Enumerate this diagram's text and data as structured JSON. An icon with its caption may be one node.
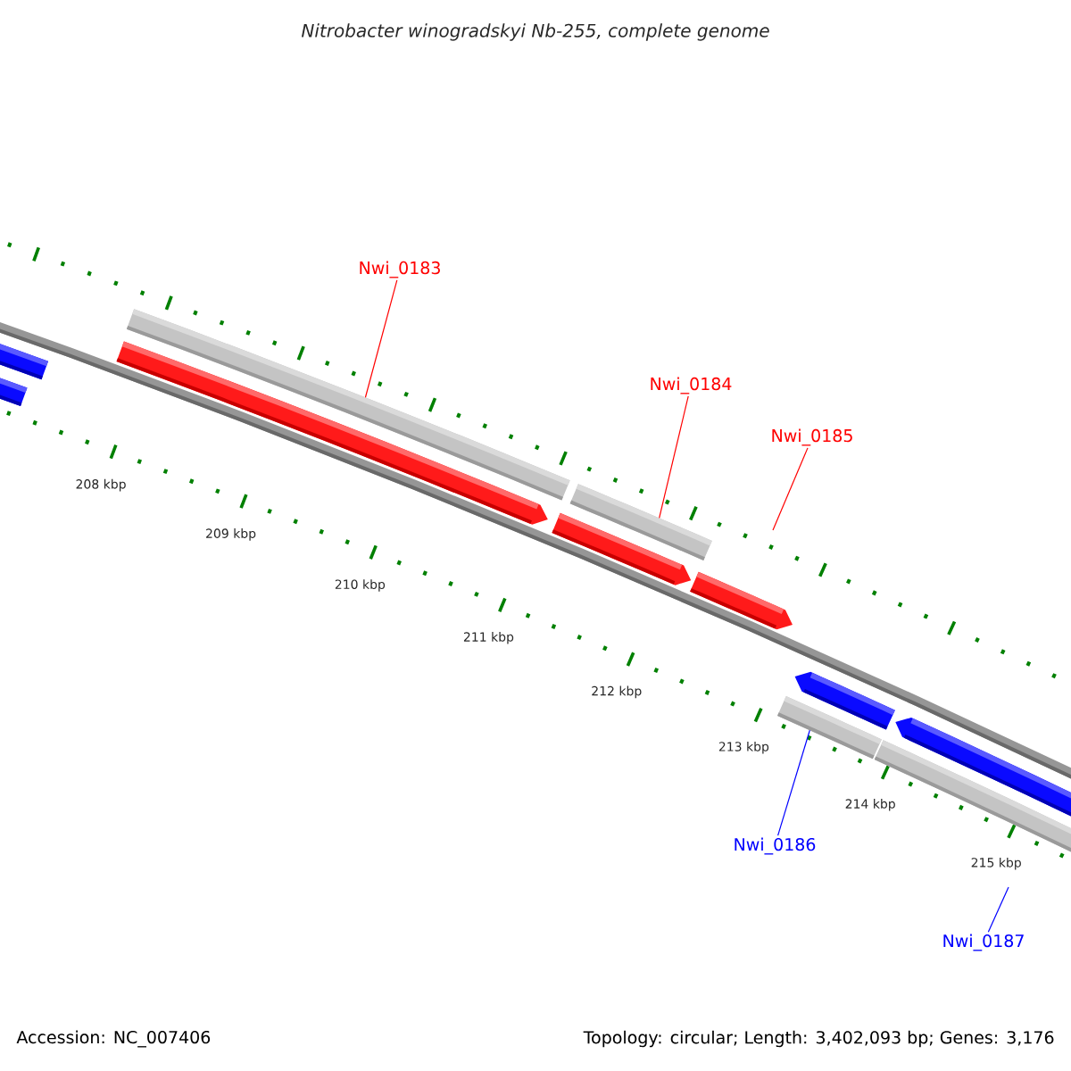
{
  "diagram": {
    "title": "Nitrobacter winogradskyi Nb-255, complete genome",
    "nodes": [
      {
        "text": [
          "Nwi_0183"
        ]
      },
      {
        "text": [
          "Nwi_0184"
        ]
      },
      {
        "text": [
          "Nwi_0185"
        ]
      },
      {
        "text": [
          "Nwi_0186"
        ]
      },
      {
        "text": [
          "Nwi_0187"
        ]
      },
      {
        "text": [],
        "shape": "bar"
      },
      {
        "text": [],
        "shape": "bar"
      },
      {
        "text": [],
        "shape": "bar"
      }
    ],
    "edges": [
      {
        "from": 0,
        "to": 5,
        "arrow": "none"
      },
      {
        "from": 1,
        "to": 6,
        "arrow": "none"
      },
      {
        "from": 2,
        "to": null,
        "arrow": "none"
      },
      {
        "from": 3,
        "to": 7,
        "arrow": "none",
        "color": "#0000ff"
      },
      {
        "from": 4,
        "to": null,
        "arrow": "none",
        "color": "#0000ff"
      }
    ],
    "labels": [
      "208 kbp",
      "209 kbp",
      "210 kbp",
      "211 kbp",
      "212 kbp",
      "213 kbp",
      "214 kbp",
      "215 kbp",
      "Accession: NC_007406",
      "Topology: circular; Length: 3,402,093 bp; Genes: 3,176"
    ]
  }
}
